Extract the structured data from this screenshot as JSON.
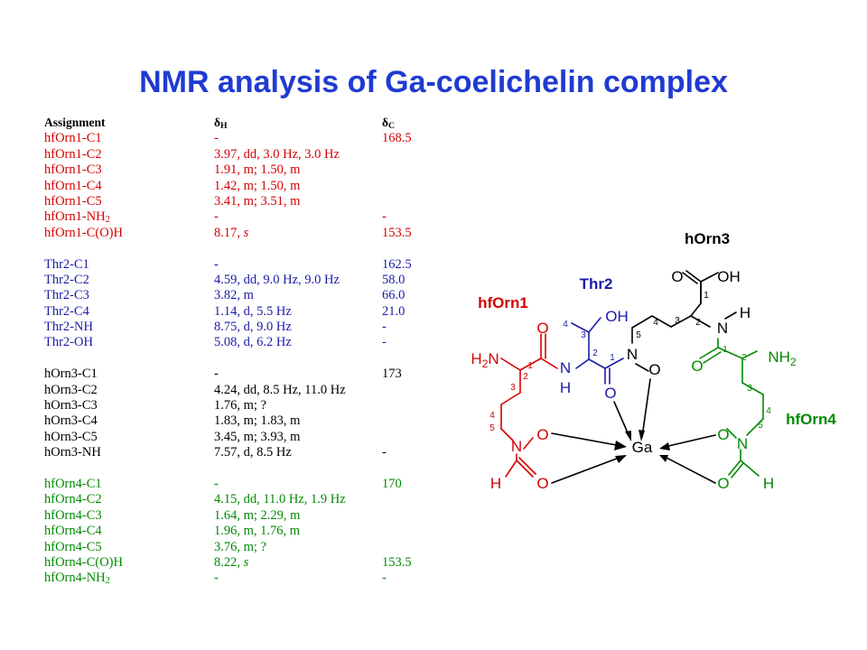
{
  "title": "NMR analysis of Ga-coelichelin complex",
  "colors": {
    "title": "#1f3bd1",
    "hfOrn1": "#d40000",
    "Thr2": "#1b1ba8",
    "hOrn3": "#000000",
    "hfOrn4": "#008a00"
  },
  "table": {
    "headers": [
      "Assignment",
      "δH",
      "δC"
    ],
    "rows": [
      {
        "group": "red",
        "a": "hfOrn1-C1",
        "h": "-",
        "c": "168.5"
      },
      {
        "group": "red",
        "a": "hfOrn1-C2",
        "h": "3.97, dd, 3.0 Hz, 3.0 Hz",
        "c": ""
      },
      {
        "group": "red",
        "a": "hfOrn1-C3",
        "h": "1.91, m; 1.50, m",
        "c": ""
      },
      {
        "group": "red",
        "a": "hfOrn1-C4",
        "h": "1.42, m; 1.50, m",
        "c": ""
      },
      {
        "group": "red",
        "a": "hfOrn1-C5",
        "h": "3.41, m; 3.51, m",
        "c": ""
      },
      {
        "group": "red",
        "a": "hfOrn1-NH2",
        "h": "-",
        "c": "-"
      },
      {
        "group": "red",
        "a": "hfOrn1-C(O)H",
        "h": "8.17, s",
        "c": "153.5"
      },
      {
        "group": "spacer"
      },
      {
        "group": "blue",
        "a": "Thr2-C1",
        "h": "-",
        "c": "162.5"
      },
      {
        "group": "blue",
        "a": "Thr2-C2",
        "h": "4.59, dd, 9.0 Hz, 9.0 Hz",
        "c": "58.0"
      },
      {
        "group": "blue",
        "a": "Thr2-C3",
        "h": "3.82, m",
        "c": "66.0"
      },
      {
        "group": "blue",
        "a": "Thr2-C4",
        "h": "1.14, d, 5.5 Hz",
        "c": "21.0"
      },
      {
        "group": "blue",
        "a": "Thr2-NH",
        "h": "8.75, d, 9.0 Hz",
        "c": "-"
      },
      {
        "group": "blue",
        "a": "Thr2-OH",
        "h": "5.08, d, 6.2 Hz",
        "c": "-"
      },
      {
        "group": "spacer"
      },
      {
        "group": "black",
        "a": "hOrn3-C1",
        "h": "-",
        "c": "173"
      },
      {
        "group": "black",
        "a": "hOrn3-C2",
        "h": "4.24, dd, 8.5 Hz, 11.0 Hz",
        "c": ""
      },
      {
        "group": "black",
        "a": "hOrn3-C3",
        "h": "1.76, m; ?",
        "c": ""
      },
      {
        "group": "black",
        "a": "hOrn3-C4",
        "h": "1.83, m; 1.83, m",
        "c": ""
      },
      {
        "group": "black",
        "a": "hOrn3-C5",
        "h": "3.45, m; 3.93, m",
        "c": ""
      },
      {
        "group": "black",
        "a": "hOrn3-NH",
        "h": "7.57, d, 8.5 Hz",
        "c": "-"
      },
      {
        "group": "spacer"
      },
      {
        "group": "green",
        "a": "hfOrn4-C1",
        "h": "-",
        "c": "170"
      },
      {
        "group": "green",
        "a": "hfOrn4-C2",
        "h": "4.15, dd, 11.0 Hz, 1.9 Hz",
        "c": ""
      },
      {
        "group": "green",
        "a": "hfOrn4-C3",
        "h": "1.64, m; 2.29, m",
        "c": ""
      },
      {
        "group": "green",
        "a": "hfOrn4-C4",
        "h": "1.96, m, 1.76, m",
        "c": ""
      },
      {
        "group": "green",
        "a": "hfOrn4-C5",
        "h": "3.76, m; ?",
        "c": ""
      },
      {
        "group": "green",
        "a": "hfOrn4-C(O)H",
        "h": "8.22, s",
        "c": "153.5"
      },
      {
        "group": "green",
        "a": "hfOrn4-NH2",
        "h": "-",
        "c": "-"
      }
    ]
  },
  "structure": {
    "residue_labels": {
      "hfOrn1": "hfOrn1",
      "Thr2": "Thr2",
      "hOrn3": "hOrn3",
      "hfOrn4": "hfOrn4"
    },
    "metal": "Ga",
    "atoms": {
      "O": "O",
      "OH": "OH",
      "N": "N",
      "H": "H",
      "NH2": "NH2",
      "H2N": "H2N"
    },
    "locants": [
      "1",
      "2",
      "3",
      "4",
      "5"
    ]
  }
}
